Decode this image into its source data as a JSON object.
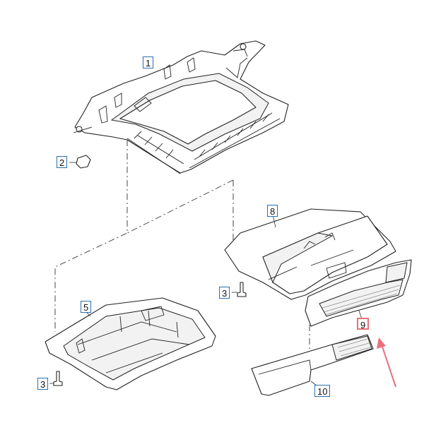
{
  "accent_color": "#e8707a",
  "callout_color": "#2a6fb0",
  "callouts": {
    "c1": "1",
    "c2": "2",
    "c3a": "3",
    "c3b": "3",
    "c5": "5",
    "c8": "8",
    "c9": "9",
    "c10": "10"
  }
}
